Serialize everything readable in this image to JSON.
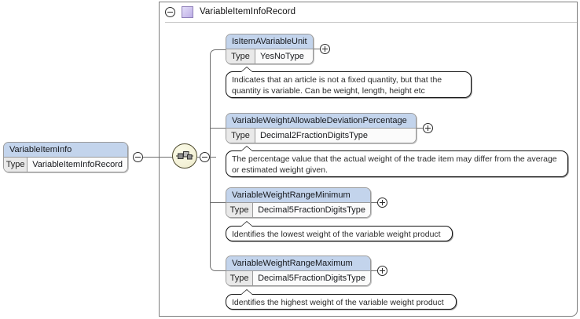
{
  "record": {
    "title": "VariableItemInfoRecord",
    "toggle_icon": "minus-circle-icon",
    "type_swatch_icon": "complex-type-swatch-icon",
    "accent_color": "#bcaee6"
  },
  "root_element": {
    "name": "VariableItemInfo",
    "type_label": "Type",
    "type_value": "VariableItemInfoRecord",
    "toggle_icon": "minus-circle-icon"
  },
  "compositor": {
    "kind": "sequence",
    "icon": "sequence-compositor-icon",
    "toggle_icon": "minus-circle-icon"
  },
  "colors": {
    "element_header": "#c3d4ec",
    "element_body": "#f4f4f4",
    "type_cell": "#e9e9e9",
    "frame_border": "#7d7d7d",
    "connector": "#6f6f6f"
  },
  "children": [
    {
      "name": "IsItemAVariableUnit",
      "type_label": "Type",
      "type_value": "YesNoType",
      "expander_icon": "plus-circle-icon",
      "documentation": "Indicates that an article is not a fixed quantity, but that the quantity is variable. Can be weight, length, height etc"
    },
    {
      "name": "VariableWeightAllowableDeviationPercentage",
      "type_label": "Type",
      "type_value": "Decimal2FractionDigitsType",
      "expander_icon": "plus-circle-icon",
      "documentation": "The percentage value that the actual weight of the trade item may differ from the average or estimated weight given."
    },
    {
      "name": "VariableWeightRangeMinimum",
      "type_label": "Type",
      "type_value": "Decimal5FractionDigitsType",
      "expander_icon": "plus-circle-icon",
      "documentation": "Identifies the lowest weight of the variable weight product"
    },
    {
      "name": "VariableWeightRangeMaximum",
      "type_label": "Type",
      "type_value": "Decimal5FractionDigitsType",
      "expander_icon": "plus-circle-icon",
      "documentation": "Identifies the highest weight of the variable weight product"
    }
  ]
}
